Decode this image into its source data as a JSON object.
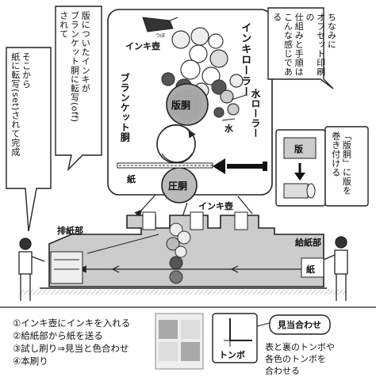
{
  "notes": {
    "left_top": [
      "版についたインキが",
      "ブランケット胴に転写(off)",
      "されて"
    ],
    "left_bottom": [
      "そこから",
      "紙に転写(set)されて完成"
    ],
    "right_top": [
      "ちなみに",
      "オフセット印刷の",
      "仕組みと手順は",
      "こんな感じである"
    ],
    "plate_box": [
      "「版胴」に版を",
      "巻き付ける"
    ]
  },
  "press_labels": {
    "ink_fountain": "インキ壺",
    "ink_fountain_ruby": "つぼ",
    "ink_rollers": "インキローラー",
    "blanket_cylinder": "ブランケット胴",
    "plate_cylinder": "版胴",
    "water_rollers": "水ローラー",
    "water": "水",
    "paper": "紙",
    "impression_cylinder": "圧胴",
    "plate": "版"
  },
  "machine": {
    "ink_fountain": "インキ壺",
    "delivery": "排紙部",
    "feeder": "給紙部",
    "paper": "紙"
  },
  "steps": [
    "①インキ壺にインキを入れる",
    "②給紙部から紙を送る",
    "③試し刷り⇒見当と色合わせ",
    "④本刷り"
  ],
  "register": {
    "title": "見当合わせ",
    "tombo": "トンボ",
    "note": [
      "表と裏のトンボや",
      "各色のトンボを",
      "合わせる"
    ]
  }
}
